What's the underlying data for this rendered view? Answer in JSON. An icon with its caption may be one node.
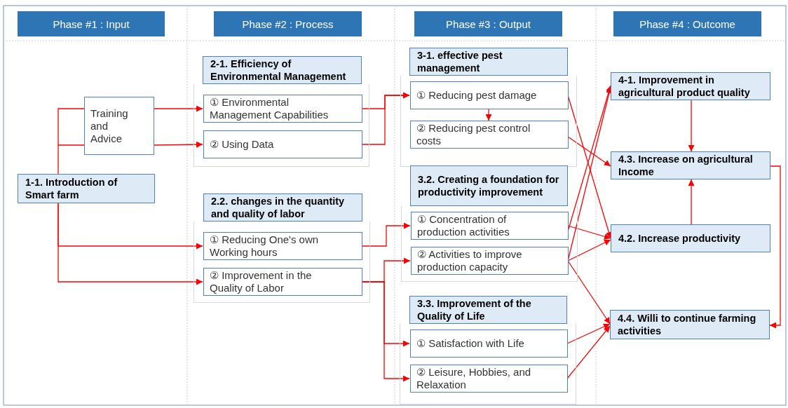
{
  "diagram": {
    "nodes": [
      {
        "text": [
          "Phase #1 : Input"
        ]
      },
      {
        "text": [
          "Phase #2 : Process"
        ]
      },
      {
        "text": [
          "Phase #3 : Output"
        ]
      },
      {
        "text": [
          "Phase #4 : Outcome"
        ]
      },
      {
        "text": [
          "Training and Advice"
        ]
      },
      {
        "text": [
          "1-1. Introduction of Smart farm"
        ]
      },
      {
        "text": [
          "2-1. Efficiency of Environmental Management"
        ]
      },
      {
        "text": [],
        "shape": "box"
      },
      {
        "text": [
          "① Environmental Management Capabilities"
        ],
        "in": 7
      },
      {
        "text": [
          "② Using Data"
        ],
        "in": 7
      },
      {
        "text": [
          "2.2. changes in the quantity and quality of labor"
        ]
      },
      {
        "text": [],
        "shape": "box"
      },
      {
        "text": [
          "① Reducing One's own Working hours"
        ],
        "in": 11
      },
      {
        "text": [
          "② Improvement in the Quality of Labor"
        ],
        "in": 11
      },
      {
        "text": [
          "3-1. effective pest management"
        ]
      },
      {
        "text": [],
        "shape": "box"
      },
      {
        "text": [
          "① Reducing pest damage"
        ],
        "in": 15
      },
      {
        "text": [
          "② Reducing pest control costs"
        ],
        "in": 15
      },
      {
        "text": [
          "3.2. Creating a foundation for productivity improvement"
        ]
      },
      {
        "text": [],
        "shape": "box"
      },
      {
        "text": [
          "① Concentration of production activities"
        ],
        "in": 19
      },
      {
        "text": [
          "② Activities to improve production capacity"
        ],
        "in": 19
      },
      {
        "text": [
          "3.3. Improvement of the Quality of Life"
        ]
      },
      {
        "text": [],
        "shape": "box"
      },
      {
        "text": [
          "① Satisfaction with Life"
        ],
        "in": 23
      },
      {
        "text": [
          "② Leisure, Hobbies, and Relaxation"
        ],
        "in": 23
      },
      {
        "text": [
          "4-1. Improvement in agricultural product quality"
        ]
      },
      {
        "text": [
          "4.3. Increase on agricultural Income"
        ]
      },
      {
        "text": [
          "4.2. Increase productivity"
        ]
      },
      {
        "text": [
          "4.4. Willi to continue farming activities"
        ]
      }
    ],
    "edges": [
      {
        "from": 5,
        "to": 4,
        "arrow": "none"
      },
      {
        "from": 4,
        "to": 8,
        "arrow": "to"
      },
      {
        "from": 4,
        "to": 9,
        "arrow": "to"
      },
      {
        "from": 5,
        "to": 12,
        "arrow": "to"
      },
      {
        "from": 5,
        "to": 13,
        "arrow": "to"
      },
      {
        "from": 8,
        "to": 16,
        "arrow": "to"
      },
      {
        "from": 9,
        "to": 16,
        "arrow": "to"
      },
      {
        "from": 16,
        "to": 17,
        "arrow": "to"
      },
      {
        "from": 12,
        "to": 20,
        "arrow": "to"
      },
      {
        "from": 13,
        "to": 21,
        "arrow": "to"
      },
      {
        "from": 13,
        "to": 24,
        "arrow": "to"
      },
      {
        "from": 13,
        "to": 25,
        "arrow": "to"
      },
      {
        "from": 16,
        "to": 28,
        "arrow": "to"
      },
      {
        "from": 17,
        "to": 27,
        "arrow": "to"
      },
      {
        "from": 20,
        "to": 26,
        "arrow": "to"
      },
      {
        "from": 20,
        "to": 28,
        "arrow": "to"
      },
      {
        "from": 21,
        "to": 26,
        "arrow": "to"
      },
      {
        "from": 21,
        "to": 28,
        "arrow": "to"
      },
      {
        "from": 21,
        "to": 29,
        "arrow": "to"
      },
      {
        "from": 24,
        "to": 29,
        "arrow": "to"
      },
      {
        "from": 25,
        "to": 29,
        "arrow": "to"
      },
      {
        "from": 26,
        "to": 27,
        "arrow": "to"
      },
      {
        "from": 28,
        "to": 27,
        "arrow": "to"
      },
      {
        "from": 27,
        "to": 29,
        "arrow": "to"
      }
    ]
  }
}
